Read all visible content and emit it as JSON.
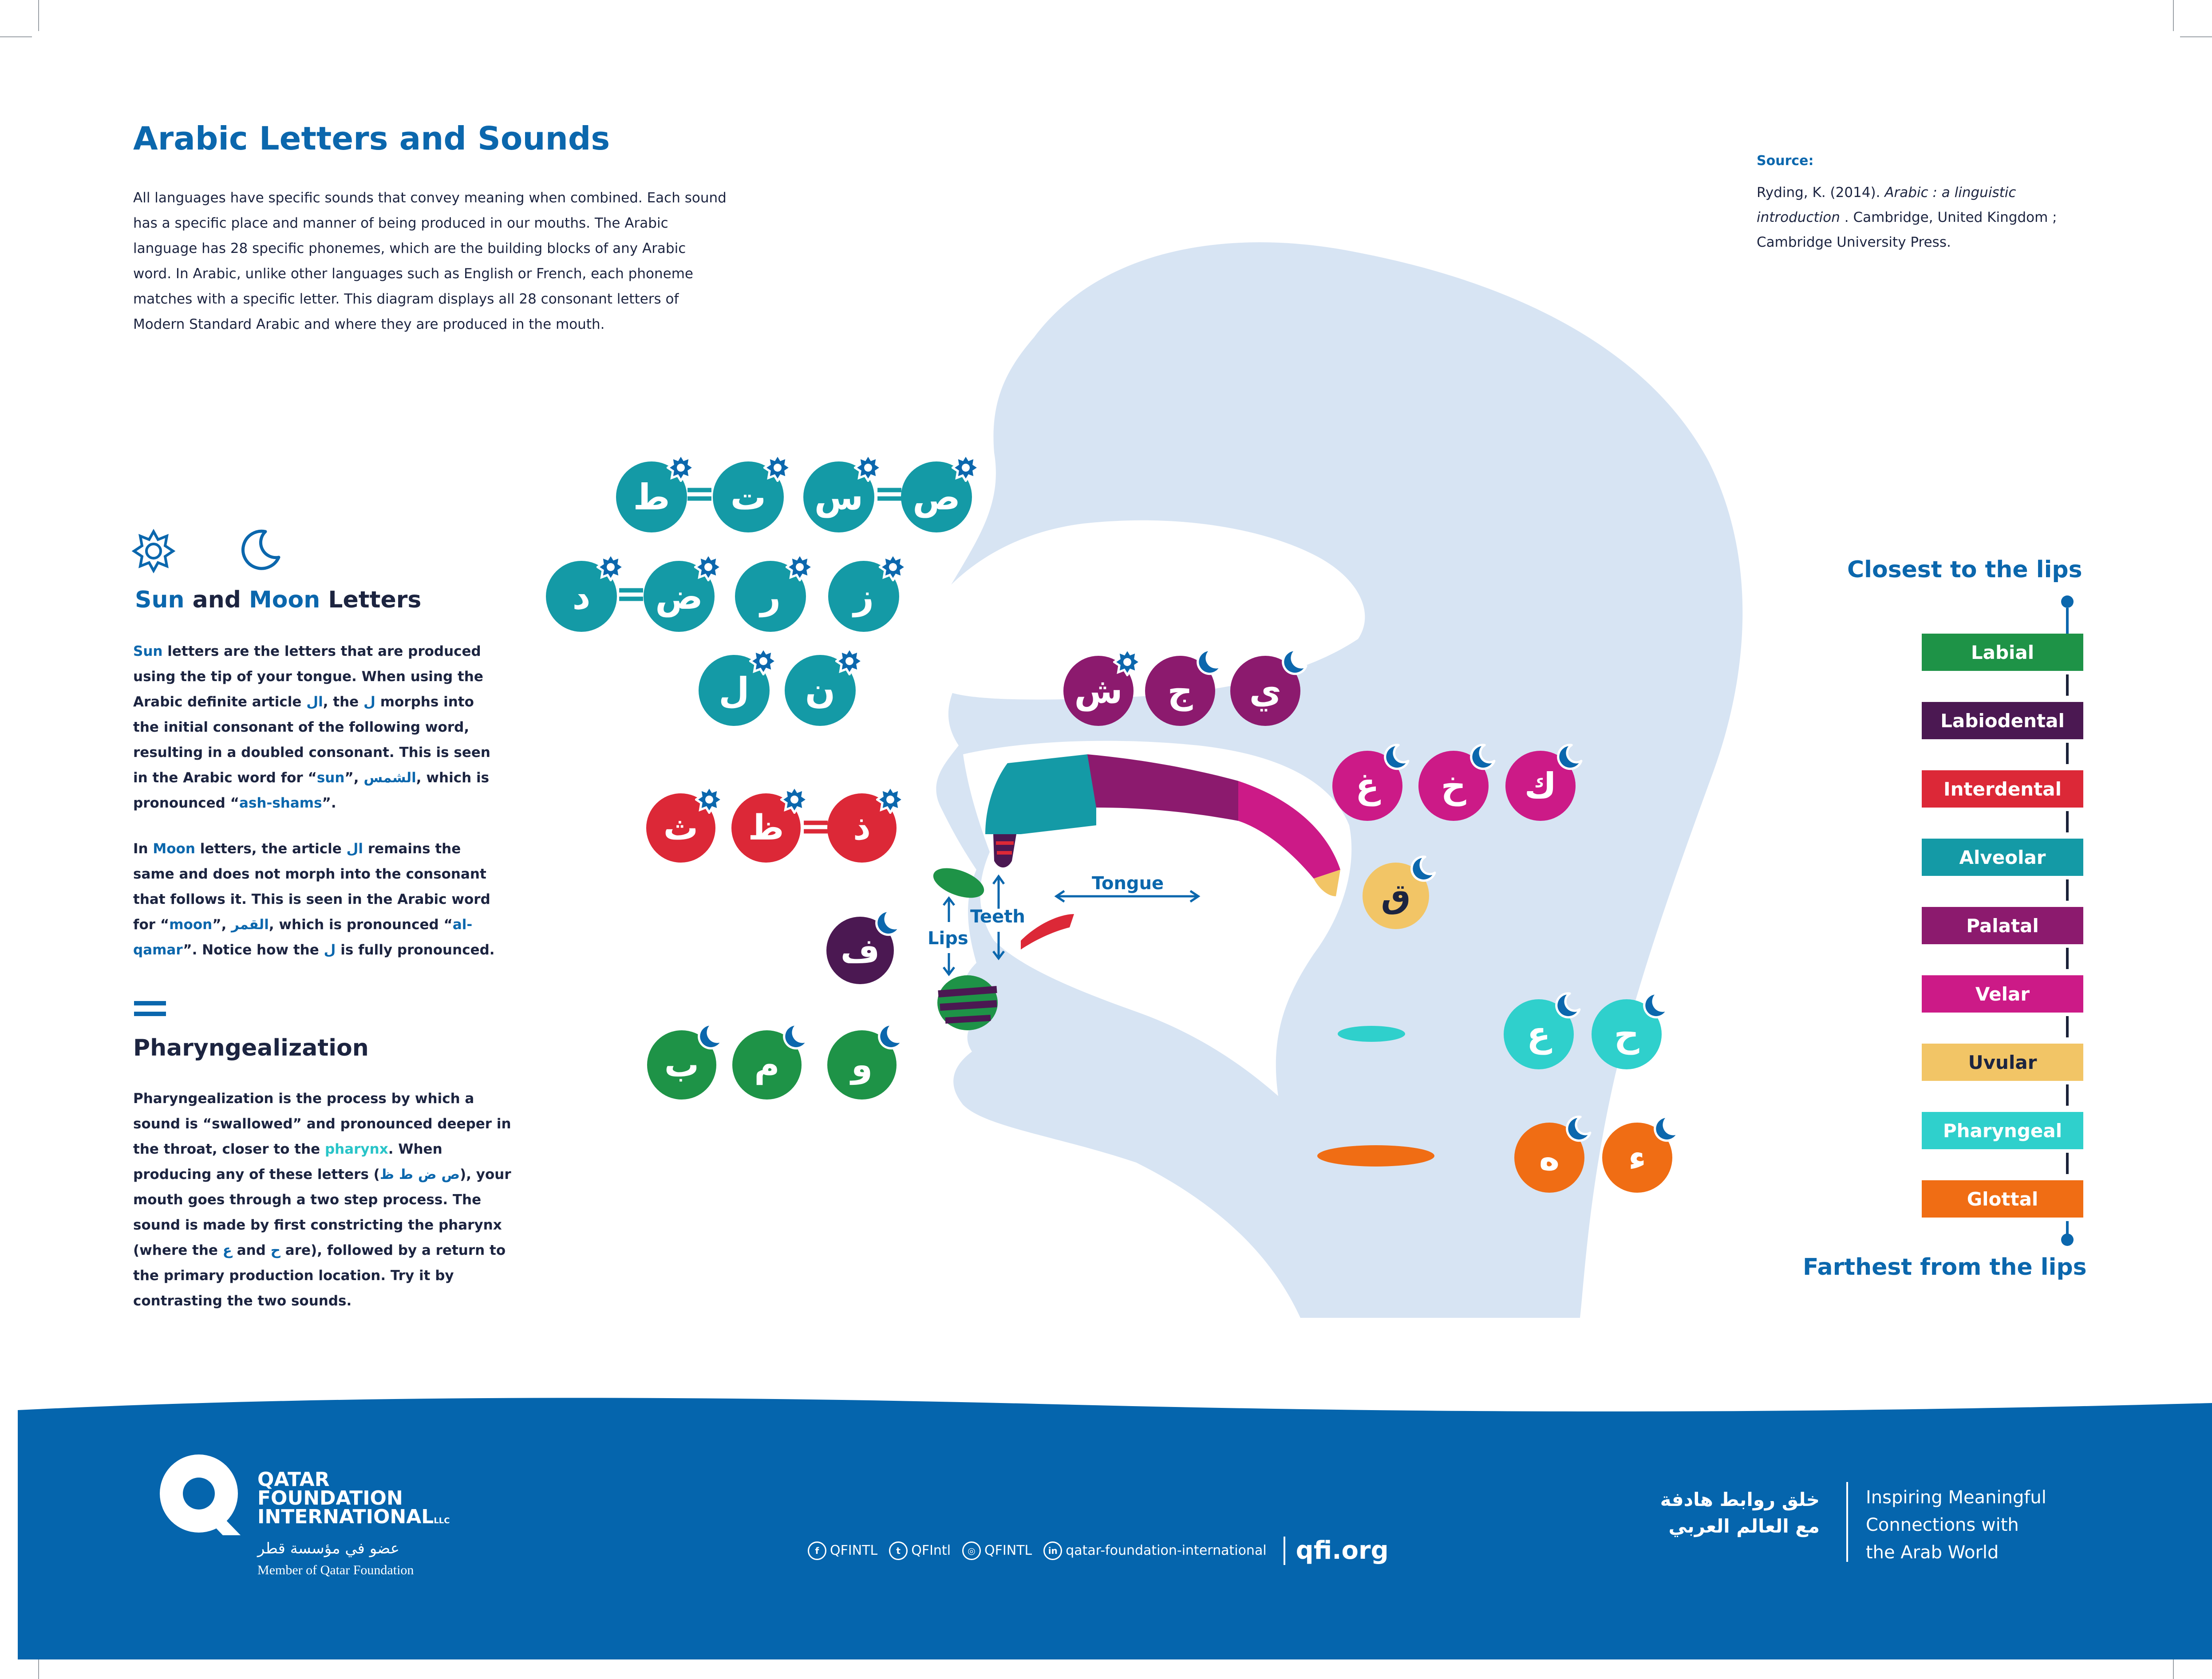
{
  "title": "Arabic Letters and Sounds",
  "intro": "All languages have specific sounds that convey meaning when combined. Each sound has a specific place and manner of being produced in our mouths. The Arabic language has 28 specific phonemes, which are the building blocks of any Arabic word. In Arabic, unlike other languages such as English or French, each phoneme matches with a specific letter. This diagram displays all 28 consonant letters of Modern Standard Arabic and where they are produced in the mouth.",
  "source": {
    "heading": "Source:",
    "line1_a": "Ryding, K. (2014). ",
    "line1_b": "Arabic : a linguistic",
    "line2_a": "introduction",
    "line2_b": " . Cambridge, United Kingdom ;",
    "line3": "Cambridge University Press."
  },
  "sun_moon": {
    "heading_sun": "Sun",
    "heading_and": " and ",
    "heading_moon": "Moon",
    "heading_letters": " Letters",
    "sun_p1": "Sun",
    "sun_p2": " letters are the letters that are produced using the tip of your tongue. When using the Arabic definite article ",
    "sun_p3": "ال",
    "sun_p4": ", the ",
    "sun_p5": "ل",
    "sun_p6": " morphs into the initial consonant of the following word, resulting in a doubled consonant. This is seen in the Arabic word for “",
    "sun_p7": "sun",
    "sun_p8": "”, ",
    "sun_p9": "الشمس",
    "sun_p10": ", which is pronounced “",
    "sun_p11": "ash-shams",
    "sun_p12": "”.",
    "moon_p1": "In ",
    "moon_p2": "Moon",
    "moon_p3": " letters, the article ",
    "moon_p4": "ال",
    "moon_p5": " remains the same and does not morph into the consonant that follows it. This is seen in the Arabic word for “",
    "moon_p6": "moon",
    "moon_p7": "”, ",
    "moon_p8": "القمر",
    "moon_p9": ", which is pronounced “",
    "moon_p10": "al-qamar",
    "moon_p11": "”. Notice how the ",
    "moon_p12": "ل",
    "moon_p13": " is fully pronounced."
  },
  "pharyngealization": {
    "heading": "Pharyngealization",
    "p1": "Pharyngealization is the process by which a sound is “swallowed” and pronounced deeper in the throat, closer to the ",
    "p2": "pharynx",
    "p3": ". When producing any of these letters (",
    "p4": "ص ض ط ظ",
    "p5": "), your mouth goes through a two step process. The sound is made by first constricting the pharynx (where the ",
    "p6": "ع",
    "p7": " and ",
    "p8": "ح",
    "p9": " are), followed by a return to the primary production location. Try it by contrasting the two sounds."
  },
  "diagram_labels": {
    "tongue": "Tongue",
    "teeth": "Teeth",
    "lips": "Lips"
  },
  "colors": {
    "labial": "#1e9347",
    "labiodental": "#4b1852",
    "interdental": "#dc2837",
    "alveolar": "#149aa6",
    "palatal": "#8c1a6e",
    "velar": "#cc1a87",
    "uvular": "#f2c566",
    "pharyngeal": "#2fd0cc",
    "glottal": "#f06d14",
    "head": "#d7e4f3",
    "brand_blue": "#0b67ad"
  },
  "letters": [
    {
      "char": "ط",
      "type": "sun",
      "place": "alveolar"
    },
    {
      "char": "ت",
      "type": "sun",
      "place": "alveolar"
    },
    {
      "char": "س",
      "type": "sun",
      "place": "alveolar"
    },
    {
      "char": "ص",
      "type": "sun",
      "place": "alveolar"
    },
    {
      "char": "د",
      "type": "sun",
      "place": "alveolar"
    },
    {
      "char": "ض",
      "type": "sun",
      "place": "alveolar"
    },
    {
      "char": "ر",
      "type": "sun",
      "place": "alveolar"
    },
    {
      "char": "ز",
      "type": "sun",
      "place": "alveolar"
    },
    {
      "char": "ل",
      "type": "sun",
      "place": "alveolar"
    },
    {
      "char": "ن",
      "type": "sun",
      "place": "alveolar"
    },
    {
      "char": "ش",
      "type": "sun",
      "place": "palatal"
    },
    {
      "char": "ج",
      "type": "moon",
      "place": "palatal"
    },
    {
      "char": "ي",
      "type": "moon",
      "place": "palatal"
    },
    {
      "char": "غ",
      "type": "moon",
      "place": "velar"
    },
    {
      "char": "خ",
      "type": "moon",
      "place": "velar"
    },
    {
      "char": "ك",
      "type": "moon",
      "place": "velar"
    },
    {
      "char": "ق",
      "type": "moon",
      "place": "uvular"
    },
    {
      "char": "ث",
      "type": "sun",
      "place": "interdental"
    },
    {
      "char": "ظ",
      "type": "sun",
      "place": "interdental"
    },
    {
      "char": "ذ",
      "type": "sun",
      "place": "interdental"
    },
    {
      "char": "ف",
      "type": "moon",
      "place": "labiodental"
    },
    {
      "char": "ب",
      "type": "moon",
      "place": "labial"
    },
    {
      "char": "م",
      "type": "moon",
      "place": "labial"
    },
    {
      "char": "و",
      "type": "moon",
      "place": "labial"
    },
    {
      "char": "ع",
      "type": "moon",
      "place": "pharyngeal"
    },
    {
      "char": "ح",
      "type": "moon",
      "place": "pharyngeal"
    },
    {
      "char": "ه",
      "type": "moon",
      "place": "glottal"
    },
    {
      "char": "ء",
      "type": "moon",
      "place": "glottal"
    }
  ],
  "scale": {
    "top_label": "Closest to the lips",
    "bottom_label": "Farthest from the lips",
    "items": [
      "Labial",
      "Labiodental",
      "Interdental",
      "Alveolar",
      "Palatal",
      "Velar",
      "Uvular",
      "Pharyngeal",
      "Glottal"
    ]
  },
  "footer": {
    "org_line1": "QATAR",
    "org_line2": "FOUNDATION",
    "org_line3": "INTERNATIONAL",
    "org_suffix": "LLC",
    "member_ar": "عضو في مؤسسة قطر",
    "member_en": "Member of Qatar Foundation",
    "social": [
      {
        "icon": "facebook-icon",
        "glyph": "f",
        "text": "QFINTL"
      },
      {
        "icon": "twitter-icon",
        "glyph": "t",
        "text": "QFIntl"
      },
      {
        "icon": "instagram-icon",
        "glyph": "◎",
        "text": "QFINTL"
      },
      {
        "icon": "linkedin-icon",
        "glyph": "in",
        "text": "qatar-foundation-international"
      }
    ],
    "website": "qfi.org",
    "tagline_ar_1": "خلق روابط هادفة",
    "tagline_ar_2": "مع العالم العربي",
    "tagline_en_1": "Inspiring Meaningful",
    "tagline_en_2": "Connections with",
    "tagline_en_3": "the Arab World"
  }
}
